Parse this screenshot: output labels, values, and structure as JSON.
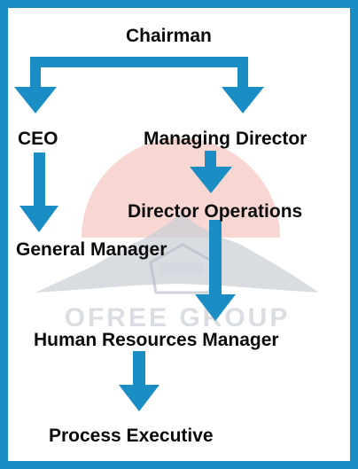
{
  "diagram": {
    "nodes": {
      "chairman": "Chairman",
      "ceo": "CEO",
      "managing_director": "Managing Director",
      "general_manager": "General Manager",
      "director_operations": "Director Operations",
      "hr_manager": "Human Resources Manager",
      "process_executive": "Process Executive"
    },
    "edges": [
      {
        "from": "chairman",
        "to": "ceo"
      },
      {
        "from": "chairman",
        "to": "managing_director"
      },
      {
        "from": "ceo",
        "to": "general_manager"
      },
      {
        "from": "managing_director",
        "to": "director_operations"
      },
      {
        "from": "director_operations",
        "to": "hr_manager"
      },
      {
        "from": "hr_manager",
        "to": "process_executive"
      }
    ],
    "colors": {
      "frame": "#1a8ec4",
      "arrow": "#1a8ec4",
      "text": "#0b0b0b",
      "watermark_red": "#f2b8b0",
      "watermark_gray": "#c8cdd6"
    },
    "watermark": {
      "logo_icon": "mountain-logo-icon",
      "text": "OFREE GROUP"
    }
  }
}
